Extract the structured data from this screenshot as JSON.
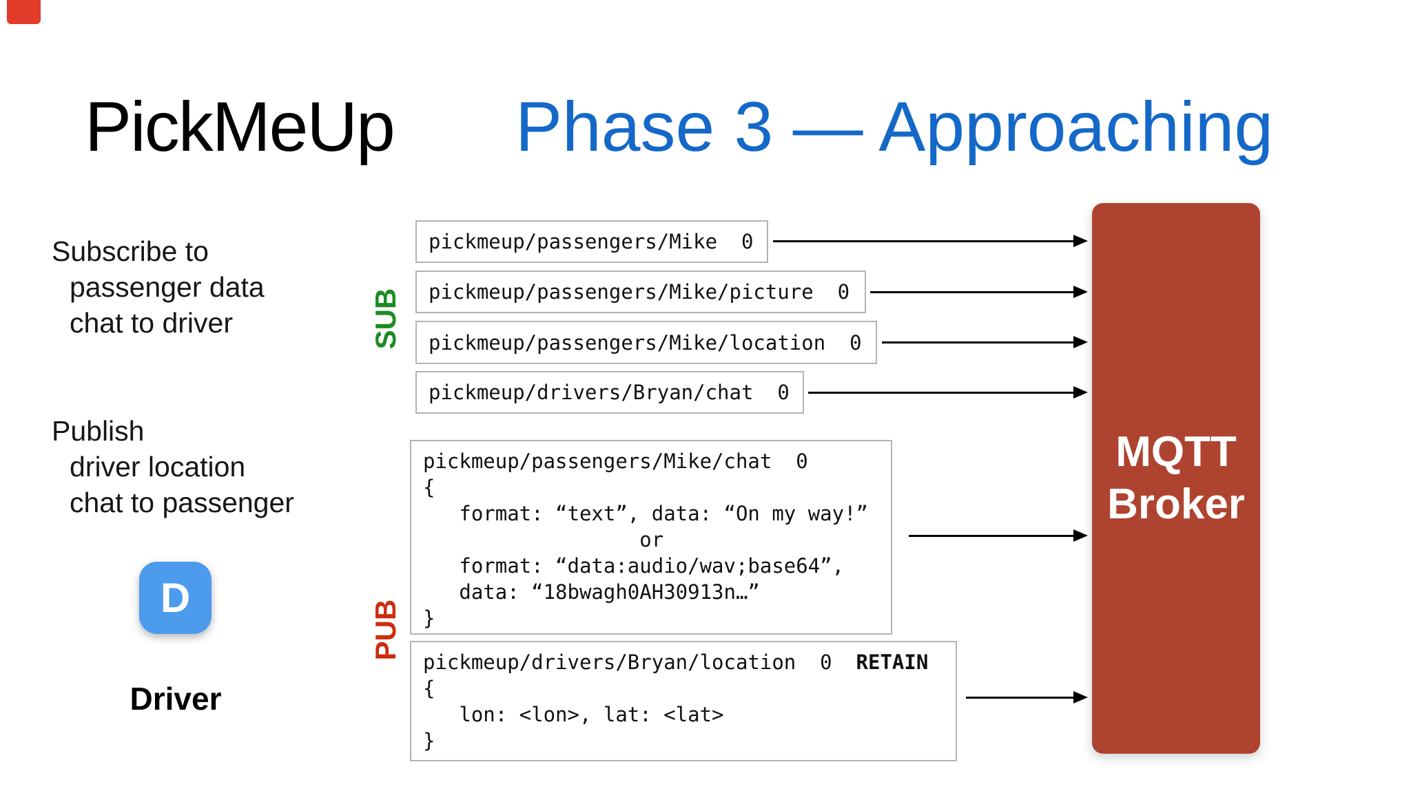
{
  "header": {
    "app_title": "PickMeUp",
    "phase_title": "Phase 3 — Approaching"
  },
  "left_panel": {
    "subscribe_note": {
      "line1": "Subscribe to",
      "line2": "passenger data",
      "line3": "chat to driver"
    },
    "publish_note": {
      "line1": "Publish",
      "line2": "driver location",
      "line3": "chat to passenger"
    },
    "driver_badge_letter": "D",
    "driver_label": "Driver"
  },
  "sub_group": {
    "label": "SUB",
    "color": "#1e8b22",
    "topics": [
      {
        "label": "pickmeup/passengers/Mike  0"
      },
      {
        "label": "pickmeup/passengers/Mike/picture  0"
      },
      {
        "label": "pickmeup/passengers/Mike/location  0"
      },
      {
        "label": "pickmeup/drivers/Bryan/chat  0"
      }
    ]
  },
  "pub_group": {
    "label": "PUB",
    "color": "#cc2d0f",
    "chat_box": {
      "lines": [
        "pickmeup/passengers/Mike/chat  0",
        "{",
        "   format: “text”, data: “On my way!”",
        "                  or",
        "   format: “data:audio/wav;base64”,",
        "   data: “18bwagh0AH30913n…”",
        "}"
      ]
    },
    "location_box": {
      "topic_line": "pickmeup/drivers/Bryan/location  0  ",
      "retain_label": "RETAIN",
      "lines": [
        "{",
        "   lon: <lon>, lat: <lat>",
        "}"
      ]
    }
  },
  "broker": {
    "label_line1": "MQTT",
    "label_line2": "Broker",
    "color": "#ae4430"
  },
  "colors": {
    "phase_title_blue": "#1468c8",
    "driver_badge_blue": "#4c9bed",
    "red_marker": "#e23b2c",
    "box_border_gray": "#b3b3b3"
  }
}
